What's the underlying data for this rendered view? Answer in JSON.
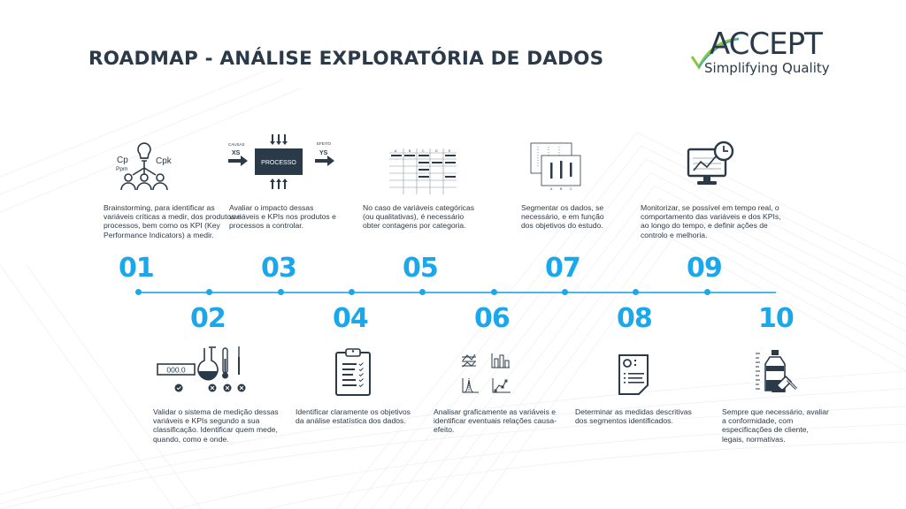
{
  "header": {
    "title": "ROADMAP - ANÁLISE EXPLORATÓRIA DE DADOS"
  },
  "logo": {
    "wordmark": "ACCEPT",
    "tagline": "Simplifying Quality",
    "colors": {
      "text": "#2b3a48",
      "check_green": "#8cc63f",
      "check_blue": "#3aa9c9"
    }
  },
  "colors": {
    "accent": "#1aa7ec",
    "dark": "#2b3a48",
    "background": "#ffffff"
  },
  "steps": [
    {
      "number": "01",
      "icon": "brainstorm-people-lightbulb-icon",
      "icon_labels": {
        "cp": "Cp",
        "ppm": "Ppm",
        "cpk": "Cpk"
      },
      "description": "Brainstorming, para identificar as variáveis críticas a medir, dos produtos e processos, bem como os KPI (Key Performance Indicators) a medir."
    },
    {
      "number": "02",
      "icon": "measurement-system-icon",
      "icon_labels": {
        "display": "000.0"
      },
      "description": "Validar o sistema de medição dessas variáveis e KPIs segundo a sua classificação. Identificar quem mede, quando, como e onde."
    },
    {
      "number": "03",
      "icon": "process-diagram-icon",
      "icon_labels": {
        "causes": "CAUSAS",
        "xs": "XS",
        "process": "PROCESSO",
        "effect": "EFEITO",
        "ys": "YS"
      },
      "description": "Avaliar o impacto dessas variáveis e KPIs nos produtos e processos a controlar."
    },
    {
      "number": "04",
      "icon": "clipboard-checklist-icon",
      "description": "Identificar claramente os objetivos da análise estatística dos dados."
    },
    {
      "number": "05",
      "icon": "category-table-icon",
      "icon_labels": {
        "cols": [
          "A",
          "B",
          "C",
          "D",
          "E"
        ]
      },
      "description": "No caso de variáveis categóricas (ou qualitativas), é necessário obter contagens por categoria."
    },
    {
      "number": "06",
      "icon": "graph-analysis-icon",
      "description": "Analisar graficamente as variáveis e identificar eventuais relações causa-efeito."
    },
    {
      "number": "07",
      "icon": "segment-charts-icon",
      "icon_labels": {
        "cols": [
          "A",
          "B",
          "C"
        ]
      },
      "description": "Segmentar os dados, se necessário, e em função dos objetivos do estudo."
    },
    {
      "number": "08",
      "icon": "descriptive-report-icon",
      "description": "Determinar as medidas descritivas dos segmentos identificados."
    },
    {
      "number": "09",
      "icon": "monitor-clock-chart-icon",
      "description": "Monitorizar, se possível em tempo real, o comportamento das variáveis e dos KPIs, ao longo do tempo, e definir ações de controlo e melhoria."
    },
    {
      "number": "10",
      "icon": "bottle-gavel-conformity-icon",
      "description": "Sempre que necessário, avaliar a conformidade, com especificações de cliente, legais, normativas."
    }
  ]
}
